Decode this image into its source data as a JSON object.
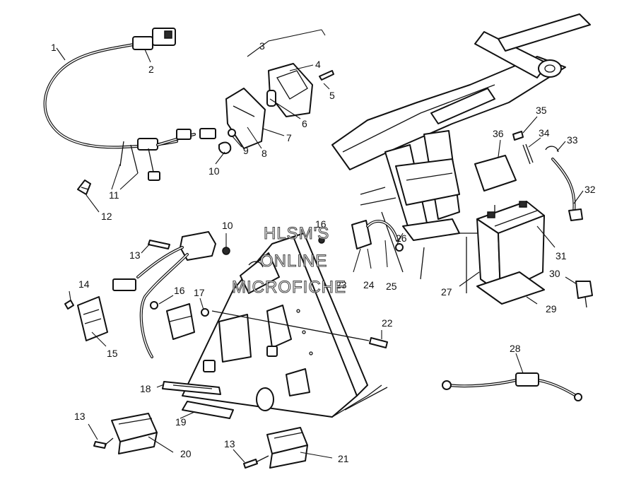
{
  "watermark": [
    "HLSM'S",
    "ONLINE",
    "MICROFICHE"
  ],
  "callouts": [
    {
      "id": "1",
      "label": "1"
    },
    {
      "id": "2",
      "label": "2"
    },
    {
      "id": "3",
      "label": "3"
    },
    {
      "id": "4",
      "label": "4"
    },
    {
      "id": "5",
      "label": "5"
    },
    {
      "id": "6",
      "label": "6"
    },
    {
      "id": "7",
      "label": "7"
    },
    {
      "id": "8",
      "label": "8"
    },
    {
      "id": "9",
      "label": "9"
    },
    {
      "id": "10a",
      "label": "10"
    },
    {
      "id": "11",
      "label": "11"
    },
    {
      "id": "12",
      "label": "12"
    },
    {
      "id": "13a",
      "label": "13"
    },
    {
      "id": "10b",
      "label": "10"
    },
    {
      "id": "16a",
      "label": "16"
    },
    {
      "id": "26",
      "label": "26"
    },
    {
      "id": "14",
      "label": "14"
    },
    {
      "id": "16b",
      "label": "16"
    },
    {
      "id": "17",
      "label": "17"
    },
    {
      "id": "15",
      "label": "15"
    },
    {
      "id": "23",
      "label": "23"
    },
    {
      "id": "24",
      "label": "24"
    },
    {
      "id": "25",
      "label": "25"
    },
    {
      "id": "22",
      "label": "22"
    },
    {
      "id": "18",
      "label": "18"
    },
    {
      "id": "19",
      "label": "19"
    },
    {
      "id": "13b",
      "label": "13"
    },
    {
      "id": "20",
      "label": "20"
    },
    {
      "id": "13c",
      "label": "13"
    },
    {
      "id": "21",
      "label": "21"
    },
    {
      "id": "35",
      "label": "35"
    },
    {
      "id": "36",
      "label": "36"
    },
    {
      "id": "34",
      "label": "34"
    },
    {
      "id": "33",
      "label": "33"
    },
    {
      "id": "32",
      "label": "32"
    },
    {
      "id": "31",
      "label": "31"
    },
    {
      "id": "30",
      "label": "30"
    },
    {
      "id": "27",
      "label": "27"
    },
    {
      "id": "29",
      "label": "29"
    },
    {
      "id": "28",
      "label": "28"
    }
  ]
}
